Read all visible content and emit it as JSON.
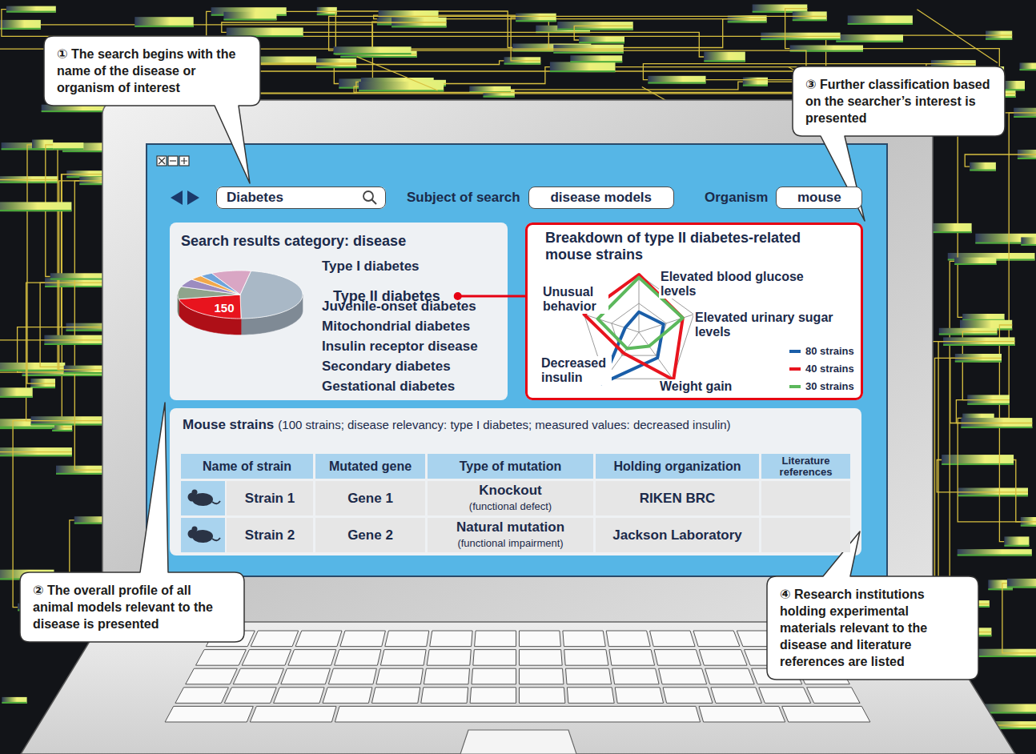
{
  "diagram": {
    "nodes": [
      {
        "text": [
          "① The search begins with the name of the disease or organism of interest"
        ]
      },
      {
        "text": [
          "Diabetes"
        ]
      },
      {
        "text": [
          "Subject of search",
          "disease models"
        ]
      },
      {
        "text": [
          "Organism",
          "mouse"
        ]
      },
      {
        "text": [
          "③ Further classification based on the searcher’s interest is presented"
        ]
      },
      {
        "text": [
          "Search results category: disease"
        ]
      },
      {
        "text": [
          "Type II diabetes"
        ],
        "in": 5
      },
      {
        "text": [
          "Breakdown of type II diabetes-related mouse strains"
        ]
      },
      {
        "text": [
          "Mouse strains",
          "(100 strains; disease relevancy: type I diabetes; measured values: decreased insulin)"
        ]
      },
      {
        "text": [
          "② The overall profile of all animal models relevant to the disease is presented"
        ]
      },
      {
        "text": [
          "④ Research institutions holding experimental materials relevant to the disease and literature references are listed"
        ]
      }
    ],
    "edges": [
      {
        "from": 6,
        "to": 7,
        "arrow": "none"
      }
    ],
    "labels": [
      "150",
      "Type I diabetes",
      "Juvenile-onset diabetes",
      "Mitochondrial diabetes",
      "Insulin receptor disease",
      "Secondary diabetes",
      "Gestational diabetes",
      "Unusual behavior",
      "Elevated blood glucose levels",
      "Elevated urinary sugar levels",
      "Decreased insulin",
      "Weight gain",
      "Name of strain",
      "Mutated gene",
      "Type of mutation",
      "Holding organization",
      "Literature references",
      "Strain 1",
      "Gene 1",
      "Knockout",
      "(functional defect)",
      "RIKEN BRC",
      "Strain 2",
      "Gene 2",
      "Natural mutation",
      "(functional impairment)",
      "Jackson Laboratory"
    ],
    "legend": [
      {
        "text": "80 strains"
      },
      {
        "text": "40 strains"
      },
      {
        "text": "30 strains"
      }
    ]
  }
}
